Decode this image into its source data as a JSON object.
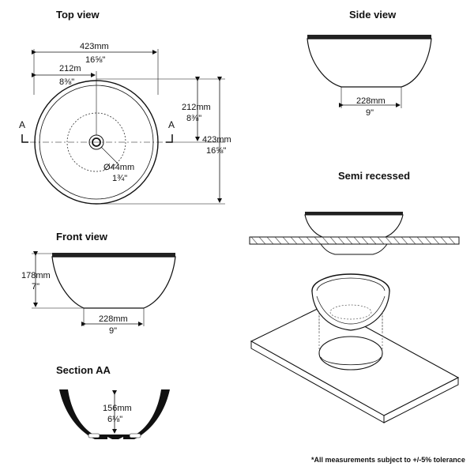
{
  "headings": {
    "top_view": "Top view",
    "side_view": "Side view",
    "front_view": "Front view",
    "section_aa": "Section AA",
    "semi_recessed": "Semi recessed"
  },
  "top_view": {
    "width_mm": "423mm",
    "width_in": "16⅝\"",
    "half_width_mm": "212m",
    "half_width_in": "8⅜\"",
    "half_depth_mm": "212mm",
    "half_depth_in": "8⅜\"",
    "depth_mm": "423mm",
    "depth_in": "16⅝\"",
    "drain_mm": "Ø44mm",
    "drain_in": "1¾\"",
    "section_left": "A",
    "section_right": "A"
  },
  "side_view": {
    "base_mm": "228mm",
    "base_in": "9\""
  },
  "front_view": {
    "height_mm": "178mm",
    "height_in": "7\"",
    "base_mm": "228mm",
    "base_in": "9\""
  },
  "section_aa": {
    "depth_mm": "156mm",
    "depth_in": "6⅛\""
  },
  "footnote": "*All measurements subject to +/-5% tolerance"
}
